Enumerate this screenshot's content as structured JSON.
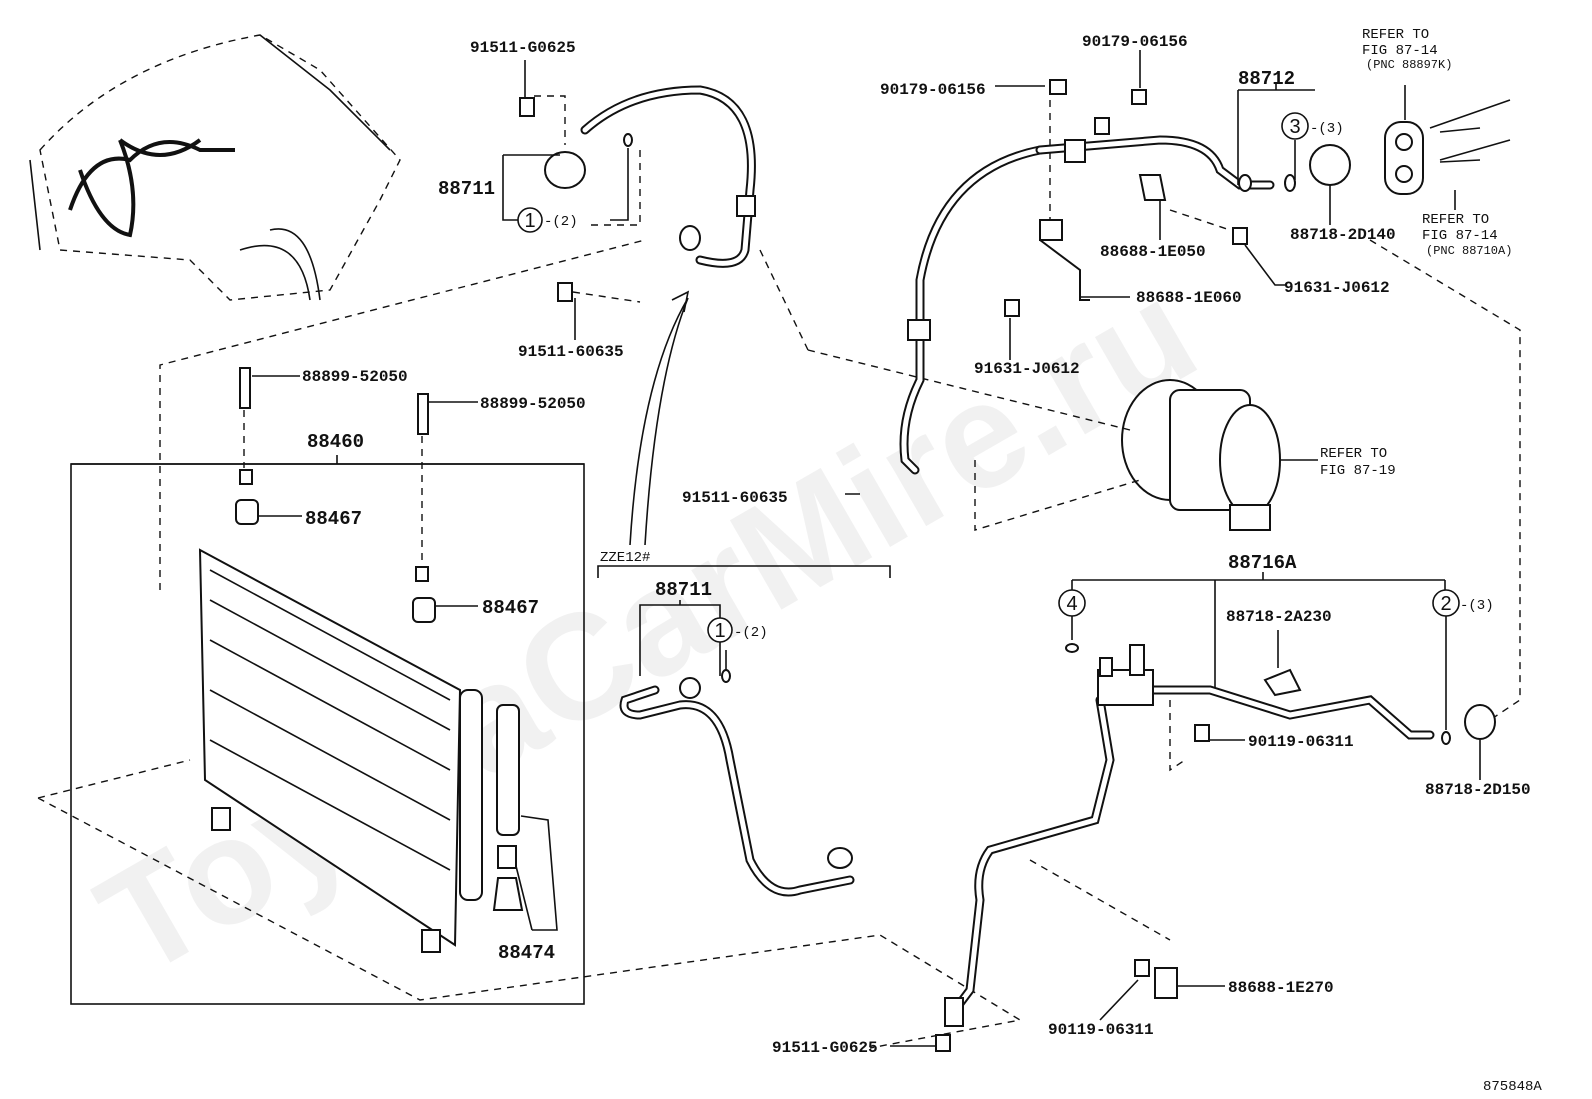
{
  "diagram": {
    "watermark": "ToyotaCarMire.ru",
    "figure_id": "875848A",
    "labels": {
      "hose_bolt_top": "91511-G0625",
      "discharge_hose": "88711",
      "discharge_hose_zze": "88711",
      "bolt_60635_a": "91511-60635",
      "bolt_60635_b": "91511-60635",
      "cushion_bolt_a": "88899-52050",
      "cushion_bolt_b": "88899-52050",
      "condenser": "88460",
      "cushion_a": "88467",
      "cushion_b": "88467",
      "dryer": "88474",
      "variant": "ZZE12#",
      "nut_a": "90179-06156",
      "nut_b": "90179-06156",
      "suction_pipe": "88712",
      "refer_top_1": "REFER TO",
      "refer_top_2": "FIG 87-14",
      "refer_top_3": "(PNC 88897K)",
      "bracket_1e050": "88688-1E050",
      "bolt_j0612_a": "91631-J0612",
      "bolt_j0612_b": "91631-J0612",
      "bracket_1e060": "88688-1E060",
      "plug_2d140": "88718-2D140",
      "refer_right_1": "REFER TO",
      "refer_right_2": "FIG 87-14",
      "refer_right_3": "(PNC 88710A)",
      "refer_comp_1": "REFER TO",
      "refer_comp_2": "FIG 87-19",
      "liquid_pipe": "88716A",
      "clamp_2a230": "88718-2A230",
      "bolt_06311_a": "90119-06311",
      "bolt_06311_b": "90119-06311",
      "plug_2d150": "88718-2D150",
      "bracket_1e270": "88688-1E270",
      "hose_bolt_bottom": "91511-G0625"
    },
    "callouts": [
      {
        "num": "1",
        "qty": "-(2)"
      },
      {
        "num": "1",
        "qty": "-(2)"
      },
      {
        "num": "3",
        "qty": "-(3)"
      },
      {
        "num": "4",
        "qty": ""
      },
      {
        "num": "2",
        "qty": "-(3)"
      }
    ]
  }
}
